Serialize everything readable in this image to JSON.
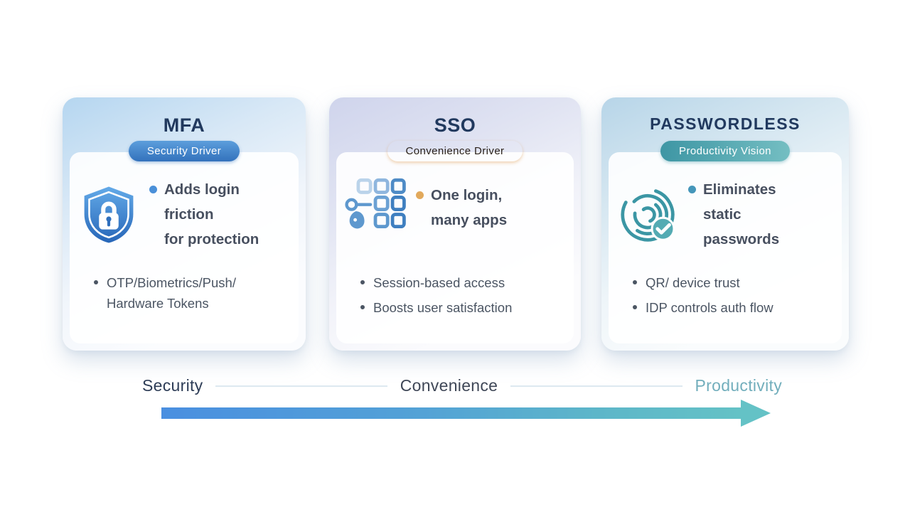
{
  "cards": [
    {
      "title": "MFA",
      "badge": "Security Driver",
      "icon": "shield-lock",
      "highlight_lines": [
        "Adds login",
        "friction",
        "for protection"
      ],
      "details": [
        [
          "OTP/Biometrics/Push/",
          "Hardware Tokens"
        ]
      ],
      "accent_color": "#3372bc",
      "bullet_color": "#4a90d9"
    },
    {
      "title": "SSO",
      "badge": "Convenience Driver",
      "icon": "key-app-grid",
      "highlight_lines": [
        "One login,",
        "many apps"
      ],
      "details": [
        [
          "Session-based access"
        ],
        [
          "Boosts user satisfaction"
        ]
      ],
      "accent_color": "#dd8f36",
      "bullet_color": "#e2a95c"
    },
    {
      "title": "PASSWORDLESS",
      "badge": "Productivity Vision",
      "icon": "fingerprint-check",
      "highlight_lines": [
        "Eliminates",
        "static",
        "passwords"
      ],
      "details": [
        [
          "QR/ device trust"
        ],
        [
          "IDP controls auth flow"
        ]
      ],
      "accent_color": "#3e96a4",
      "bullet_color": "#4596ba"
    }
  ],
  "axis": {
    "labels": [
      {
        "text": "Security",
        "color": "#2e3d57"
      },
      {
        "text": "Convenience",
        "color": "#3f4757"
      },
      {
        "text": "Productivity",
        "color": "#72aebc"
      }
    ],
    "arrow_gradient": [
      "#4a8fe0",
      "#64c2c6"
    ]
  }
}
